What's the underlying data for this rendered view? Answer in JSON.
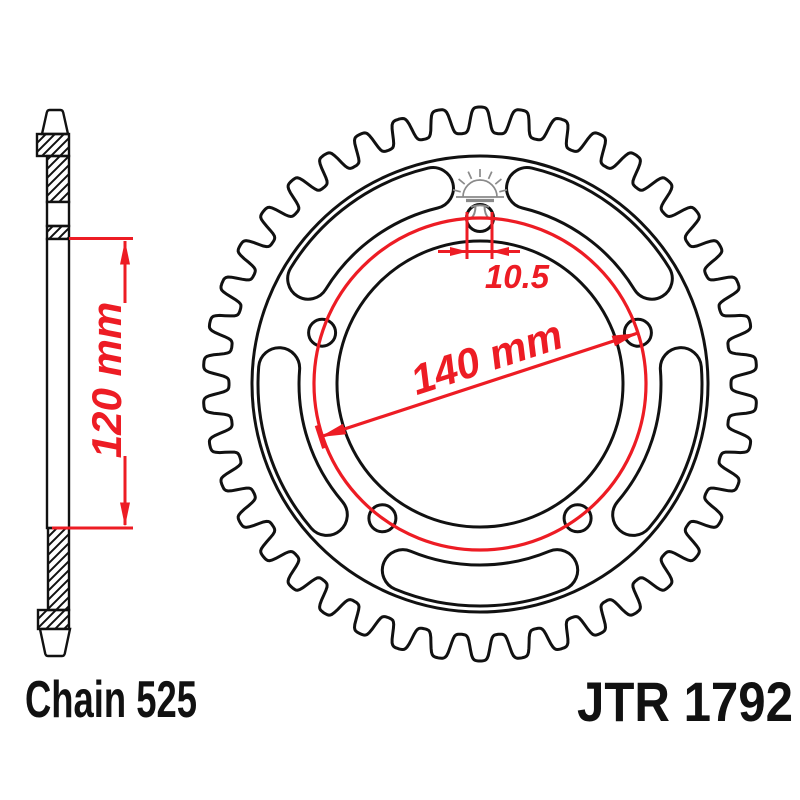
{
  "document": {
    "type": "sprocket technical drawing",
    "views": [
      "side cross-section",
      "front view"
    ]
  },
  "labels": {
    "chain": "Chain 525",
    "part_number": "JTR 1792"
  },
  "dimensions": {
    "side_width": "120 mm",
    "bolt_circle_diameter": "140 mm",
    "bolt_hole_diameter": "10.5"
  },
  "drawing": {
    "teeth_count": 42,
    "bolt_holes_count": 5,
    "lightening_slots_count": 5
  },
  "icons": {
    "sunrise_logo": "sunrise-logo-icon"
  },
  "colors": {
    "dimension_red": "#ed1c24",
    "line_black": "#111111",
    "logo_gray": "#8a8a8a",
    "background": "#ffffff"
  }
}
